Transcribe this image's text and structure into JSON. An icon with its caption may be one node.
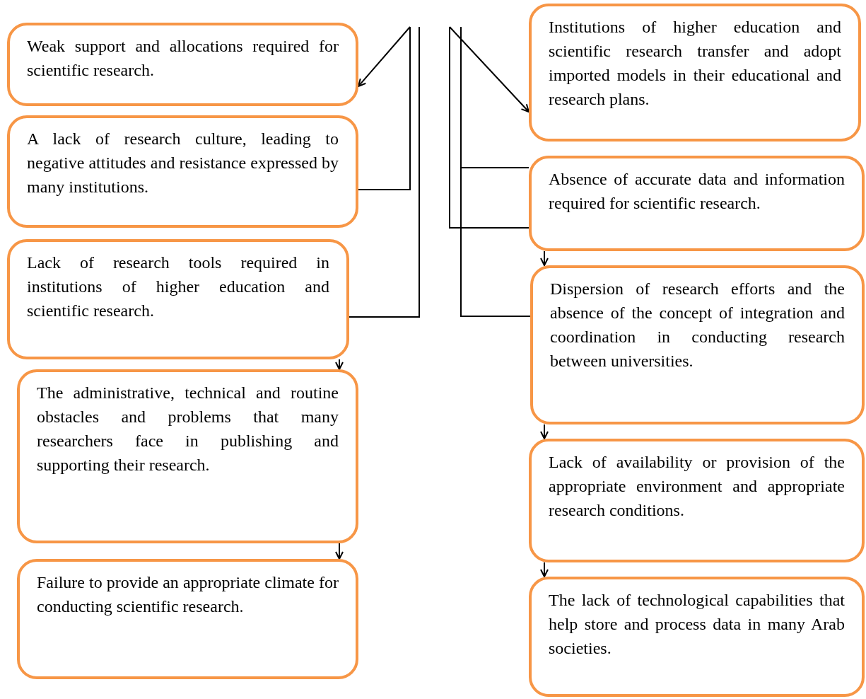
{
  "diagram": {
    "nodes": [
      {
        "text": [
          "Weak support and allocations required for scientific research."
        ]
      },
      {
        "text": [
          "A lack of research culture, leading to negative attitudes and resistance expressed by many institutions."
        ]
      },
      {
        "text": [
          "Lack of research tools required in institutions of higher education and scientific research."
        ]
      },
      {
        "text": [
          "The administrative, technical and routine obstacles and problems that many researchers face in publishing and supporting their research."
        ]
      },
      {
        "text": [
          "Failure to provide an appropriate climate for conducting scientific research."
        ]
      },
      {
        "text": [
          "Institutions of higher education and scientific research transfer and adopt imported models in their educational and research plans."
        ]
      },
      {
        "text": [
          "Absence of accurate data and information required for scientific research."
        ]
      },
      {
        "text": [
          "Dispersion of research efforts and the absence of the concept of integration and coordination in conducting research between universities."
        ]
      },
      {
        "text": [
          "Lack of availability or provision of the appropriate environment and appropriate research conditions."
        ]
      },
      {
        "text": [
          "The lack of technological capabilities that help store and process data in many Arab societies."
        ]
      }
    ],
    "edges": [
      {
        "from": null,
        "to": 0,
        "arrow": "to"
      },
      {
        "from": null,
        "to": 1,
        "arrow": "none"
      },
      {
        "from": null,
        "to": 2,
        "arrow": "none"
      },
      {
        "from": 2,
        "to": 3,
        "arrow": "to"
      },
      {
        "from": 3,
        "to": 4,
        "arrow": "to"
      },
      {
        "from": null,
        "to": 5,
        "arrow": "to"
      },
      {
        "from": null,
        "to": 6,
        "arrow": "none"
      },
      {
        "from": null,
        "to": 6,
        "arrow": "none"
      },
      {
        "from": null,
        "to": 7,
        "arrow": "none"
      },
      {
        "from": 6,
        "to": 7,
        "arrow": "to"
      },
      {
        "from": 7,
        "to": 8,
        "arrow": "to"
      },
      {
        "from": 8,
        "to": 9,
        "arrow": "to"
      }
    ]
  }
}
